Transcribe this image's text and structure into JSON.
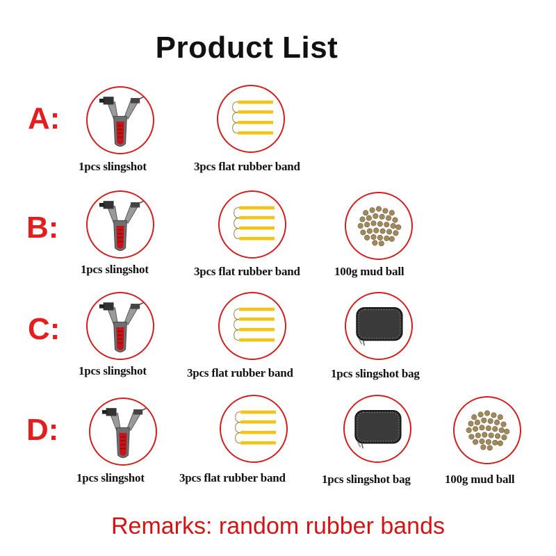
{
  "title": "Product List",
  "remarks": "Remarks: random rubber bands",
  "colors": {
    "label_red": "#e41e1e",
    "circle_border": "#d21d1d",
    "band_yellow": "#f2c418",
    "remarks_red": "#d41414"
  },
  "rows": [
    {
      "label": "A:",
      "items": [
        {
          "icon": "slingshot-icon",
          "caption": "1pcs slingshot"
        },
        {
          "icon": "rubber-band-icon",
          "caption": "3pcs flat rubber band"
        }
      ]
    },
    {
      "label": "B:",
      "items": [
        {
          "icon": "slingshot-icon",
          "caption": "1pcs slingshot"
        },
        {
          "icon": "rubber-band-icon",
          "caption": "3pcs flat rubber band"
        },
        {
          "icon": "mud-ball-icon",
          "caption": "100g mud ball"
        }
      ]
    },
    {
      "label": "C:",
      "items": [
        {
          "icon": "slingshot-icon",
          "caption": "1pcs slingshot"
        },
        {
          "icon": "rubber-band-icon",
          "caption": "3pcs flat rubber band"
        },
        {
          "icon": "slingshot-bag-icon",
          "caption": "1pcs slingshot bag"
        }
      ]
    },
    {
      "label": "D:",
      "items": [
        {
          "icon": "slingshot-icon",
          "caption": "1pcs slingshot"
        },
        {
          "icon": "rubber-band-icon",
          "caption": "3pcs flat rubber band"
        },
        {
          "icon": "slingshot-bag-icon",
          "caption": "1pcs slingshot bag"
        },
        {
          "icon": "mud-ball-icon",
          "caption": "100g mud ball"
        }
      ]
    }
  ]
}
